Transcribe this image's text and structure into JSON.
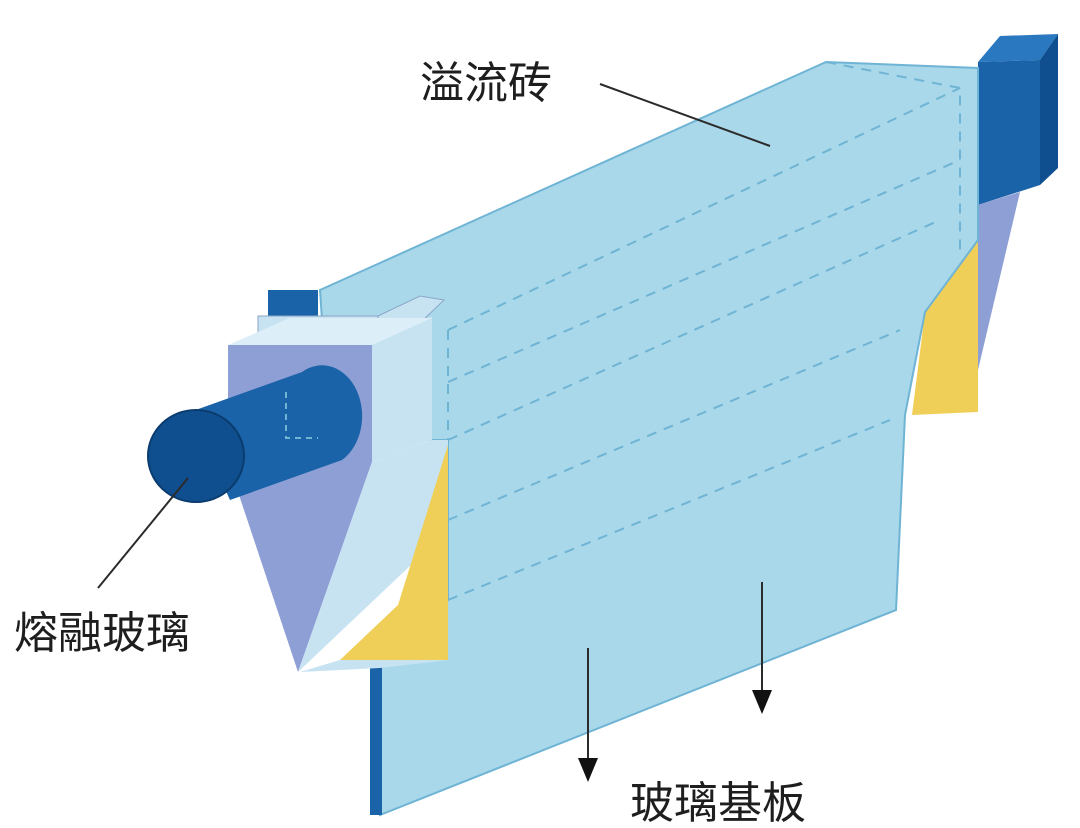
{
  "labels": {
    "overflow_brick": "溢流砖",
    "molten_glass": "熔融玻璃",
    "glass_ribbon": "玻璃基板"
  },
  "colors": {
    "sheet": "#a9d8ea",
    "sheet_edge": "#6fb4d4",
    "brick_side": "#8e9fd6",
    "brick_top": "#c7e3f2",
    "dark_blue": "#1b63a8",
    "yellow": "#f0cf58",
    "stroke": "#2b2b2b"
  }
}
